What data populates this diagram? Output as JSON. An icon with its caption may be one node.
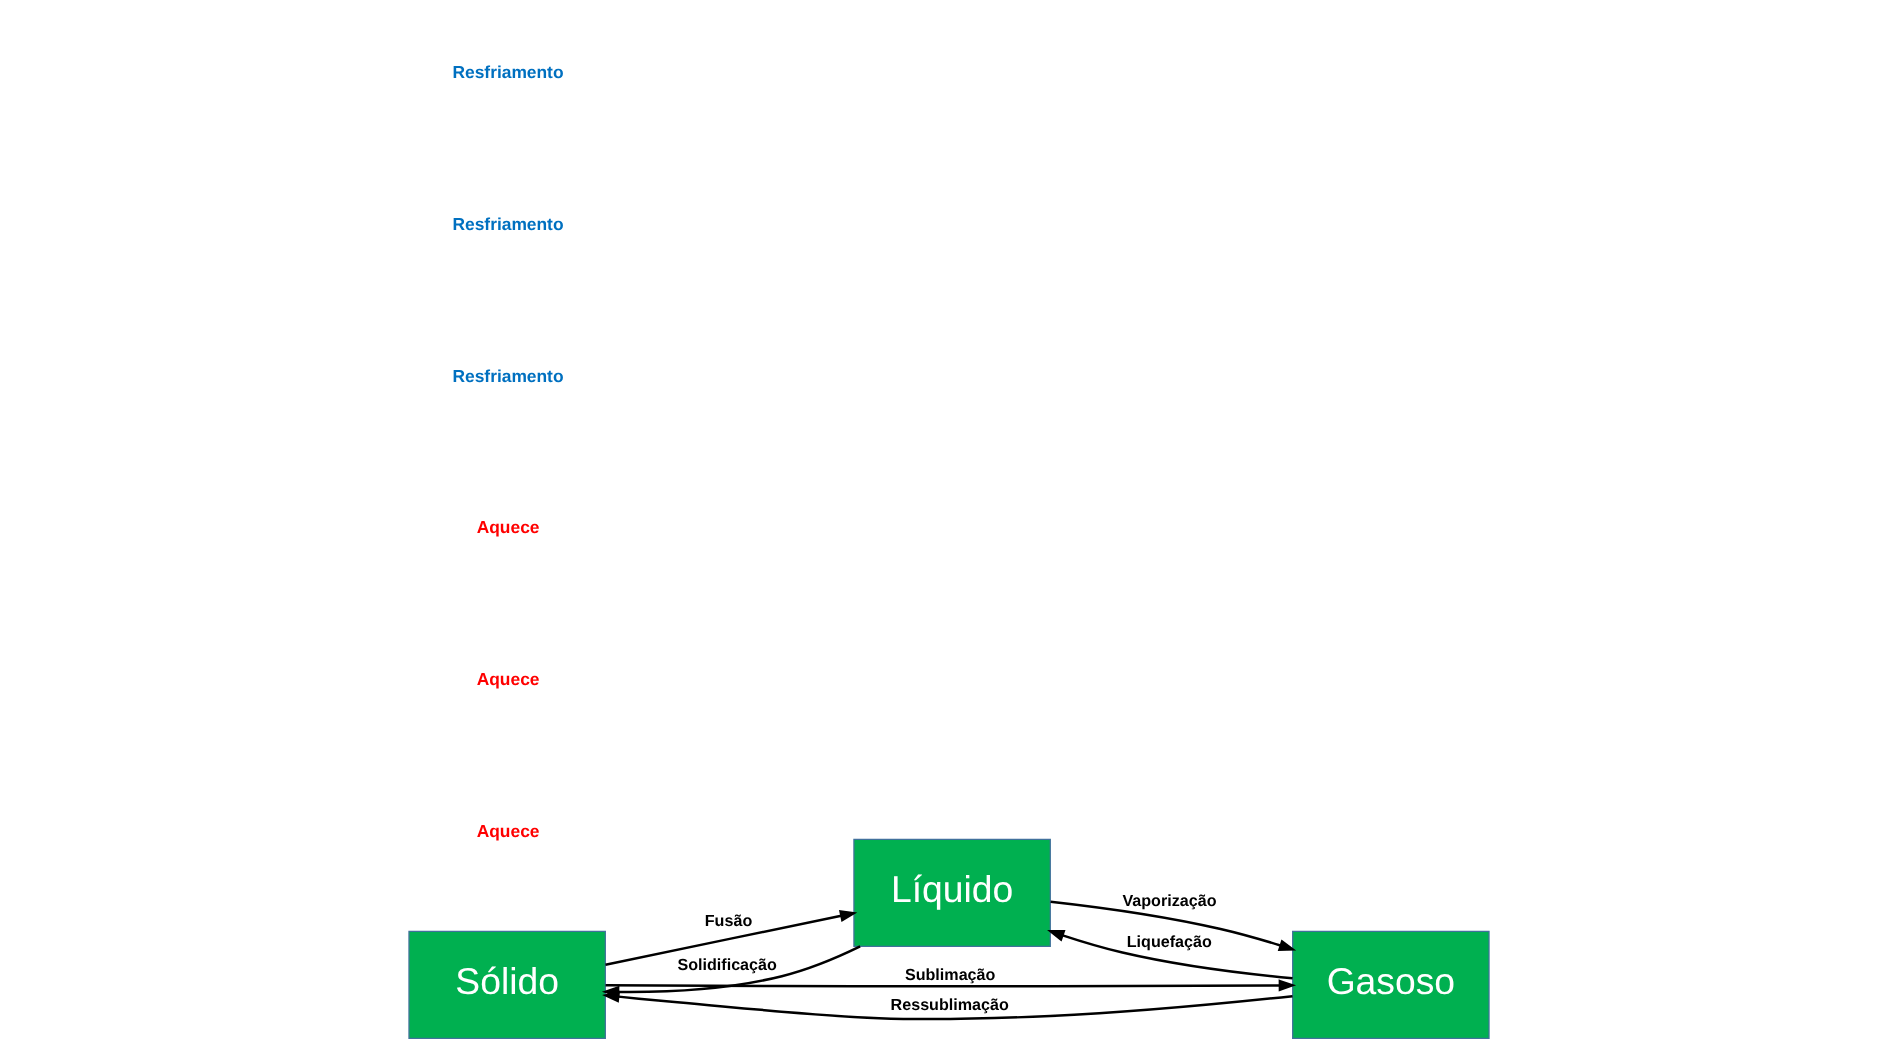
{
  "diagram": {
    "nodes": [
      {
        "text": [
          "Sólido"
        ]
      },
      {
        "text": [
          "Líquido"
        ]
      },
      {
        "text": [
          "Gasoso"
        ]
      }
    ],
    "edges": [
      {
        "from": 0,
        "to": 2,
        "arrow": "to",
        "label": "Sublimação"
      },
      {
        "from": 0,
        "to": 1,
        "arrow": "to",
        "label": "Fusão"
      },
      {
        "from": 1,
        "to": 2,
        "arrow": "to",
        "label": "Vaporização"
      },
      {
        "from": 1,
        "to": 0,
        "arrow": "to",
        "label": "Solidificação"
      },
      {
        "from": 2,
        "to": 1,
        "arrow": "to",
        "label": "Liquefação"
      },
      {
        "from": 2,
        "to": 0,
        "arrow": "to",
        "label": "Ressublimação"
      }
    ],
    "labels": [
      "Aquece",
      "Aquece",
      "Aquece",
      "Resfriamento",
      "Resfriamento",
      "Resfriamento"
    ]
  }
}
